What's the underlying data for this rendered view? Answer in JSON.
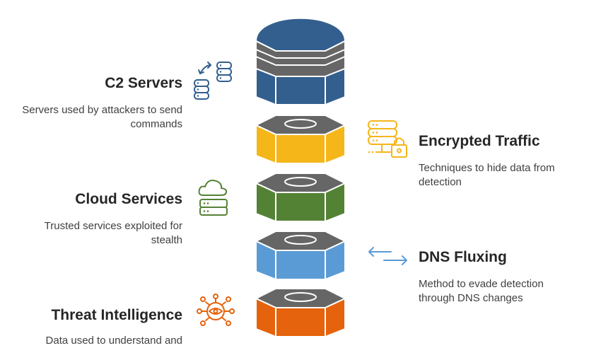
{
  "items": [
    {
      "title": "C2 Servers",
      "description": "Servers used by attackers to send commands",
      "color": "#335f8e",
      "icon": "server-sync-icon"
    },
    {
      "title": "Encrypted Traffic",
      "description": "Techniques to hide data from detection",
      "color": "#f5b619",
      "icon": "server-lock-icon"
    },
    {
      "title": "Cloud Services",
      "description": "Trusted services exploited for stealth",
      "color": "#548235",
      "icon": "cloud-server-icon"
    },
    {
      "title": "DNS Fluxing",
      "description": "Method to evade detection through DNS changes",
      "color": "#5b9bd5",
      "icon": "exchange-arrows-icon"
    },
    {
      "title": "Threat Intelligence",
      "description": "Data used to understand and",
      "color": "#e5630c",
      "icon": "eye-network-icon"
    }
  ],
  "colors": {
    "cap": "#666666",
    "text": "#262626"
  }
}
